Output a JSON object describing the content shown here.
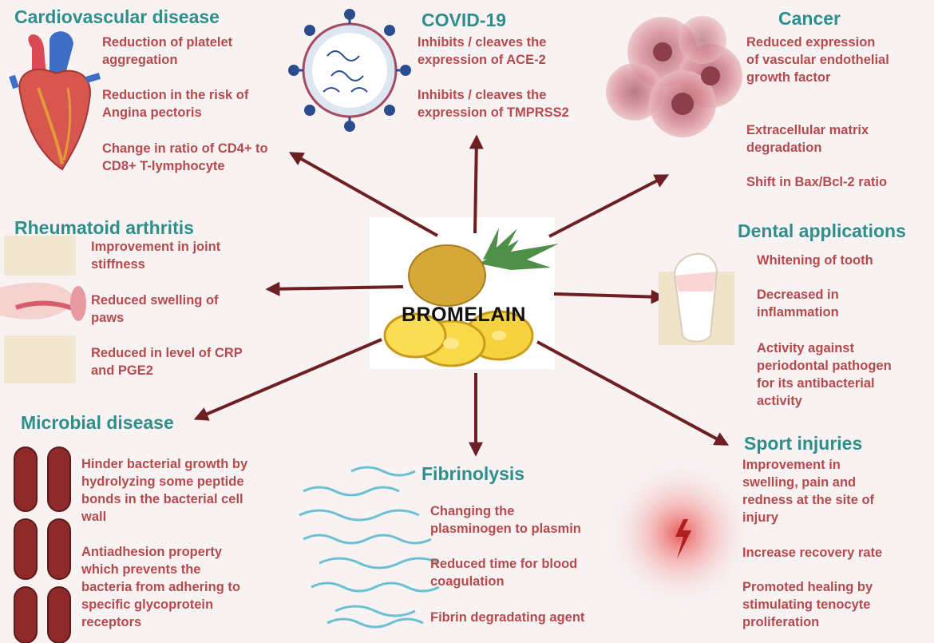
{
  "center": "BROMELAIN",
  "colors": {
    "title": "#2e8f8a",
    "text": "#b54a4d",
    "arrow": "#6e1f22",
    "background": "#f8f2f3"
  },
  "sections": {
    "cardio": {
      "title": "Cardiovascular disease",
      "icon": "heart-icon",
      "items": [
        "Reduction of platelet aggregation",
        "Reduction in the risk of Angina pectoris",
        "Change in ratio of CD4+ to CD8+ T-lymphocyte"
      ]
    },
    "covid": {
      "title": "COVID-19",
      "icon": "virus-icon",
      "items": [
        "Inhibits / cleaves the expression of ACE-2",
        "Inhibits / cleaves the expression of TMPRSS2"
      ]
    },
    "cancer": {
      "title": "Cancer",
      "icon": "cancer-cells-icon",
      "items": [
        "Reduced expression of vascular endothelial growth factor",
        "Extracellular matrix degradation",
        "Shift in Bax/Bcl-2 ratio"
      ]
    },
    "rheuma": {
      "title": "Rheumatoid arthritis",
      "icon": "joint-icon",
      "items": [
        "Improvement in joint stiffness",
        "Reduced swelling of paws",
        "Reduced in level of CRP and PGE2"
      ]
    },
    "dental": {
      "title": "Dental applications",
      "icon": "tooth-icon",
      "items": [
        "Whitening of tooth",
        "Decreased in inflammation",
        "Activity against periodontal pathogen for its antibacterial activity"
      ]
    },
    "microbial": {
      "title": "Microbial disease",
      "icon": "bacteria-icon",
      "items": [
        "Hinder bacterial growth by hydrolyzing some peptide bonds in the bacterial cell wall",
        "Antiadhesion property which prevents the bacteria from adhering to specific glycoprotein receptors"
      ]
    },
    "fibrin": {
      "title": "Fibrinolysis",
      "icon": "fibrin-strands-icon",
      "items": [
        "Changing the plasminogen to plasmin",
        "Reduced  time for blood coagulation",
        "Fibrin degradating agent"
      ]
    },
    "sport": {
      "title": "Sport injuries",
      "icon": "injury-icon",
      "items": [
        "Improvement in swelling, pain and redness at the site of injury",
        "Increase recovery rate",
        "Promoted healing by stimulating tenocyte proliferation"
      ]
    }
  }
}
